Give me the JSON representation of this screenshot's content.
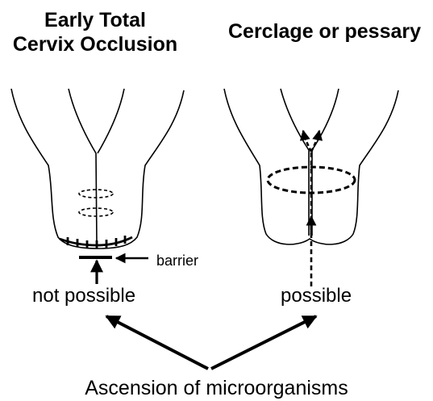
{
  "left_panel": {
    "title_line1": "Early Total",
    "title_line2": "Cervix Occlusion",
    "barrier_label": "barrier",
    "outcome": "not possible"
  },
  "right_panel": {
    "title": "Cerclage or pessary",
    "outcome": "possible"
  },
  "footer": {
    "caption": "Ascension of microorganisms"
  },
  "colors": {
    "ink": "#000000",
    "background": "#ffffff"
  }
}
